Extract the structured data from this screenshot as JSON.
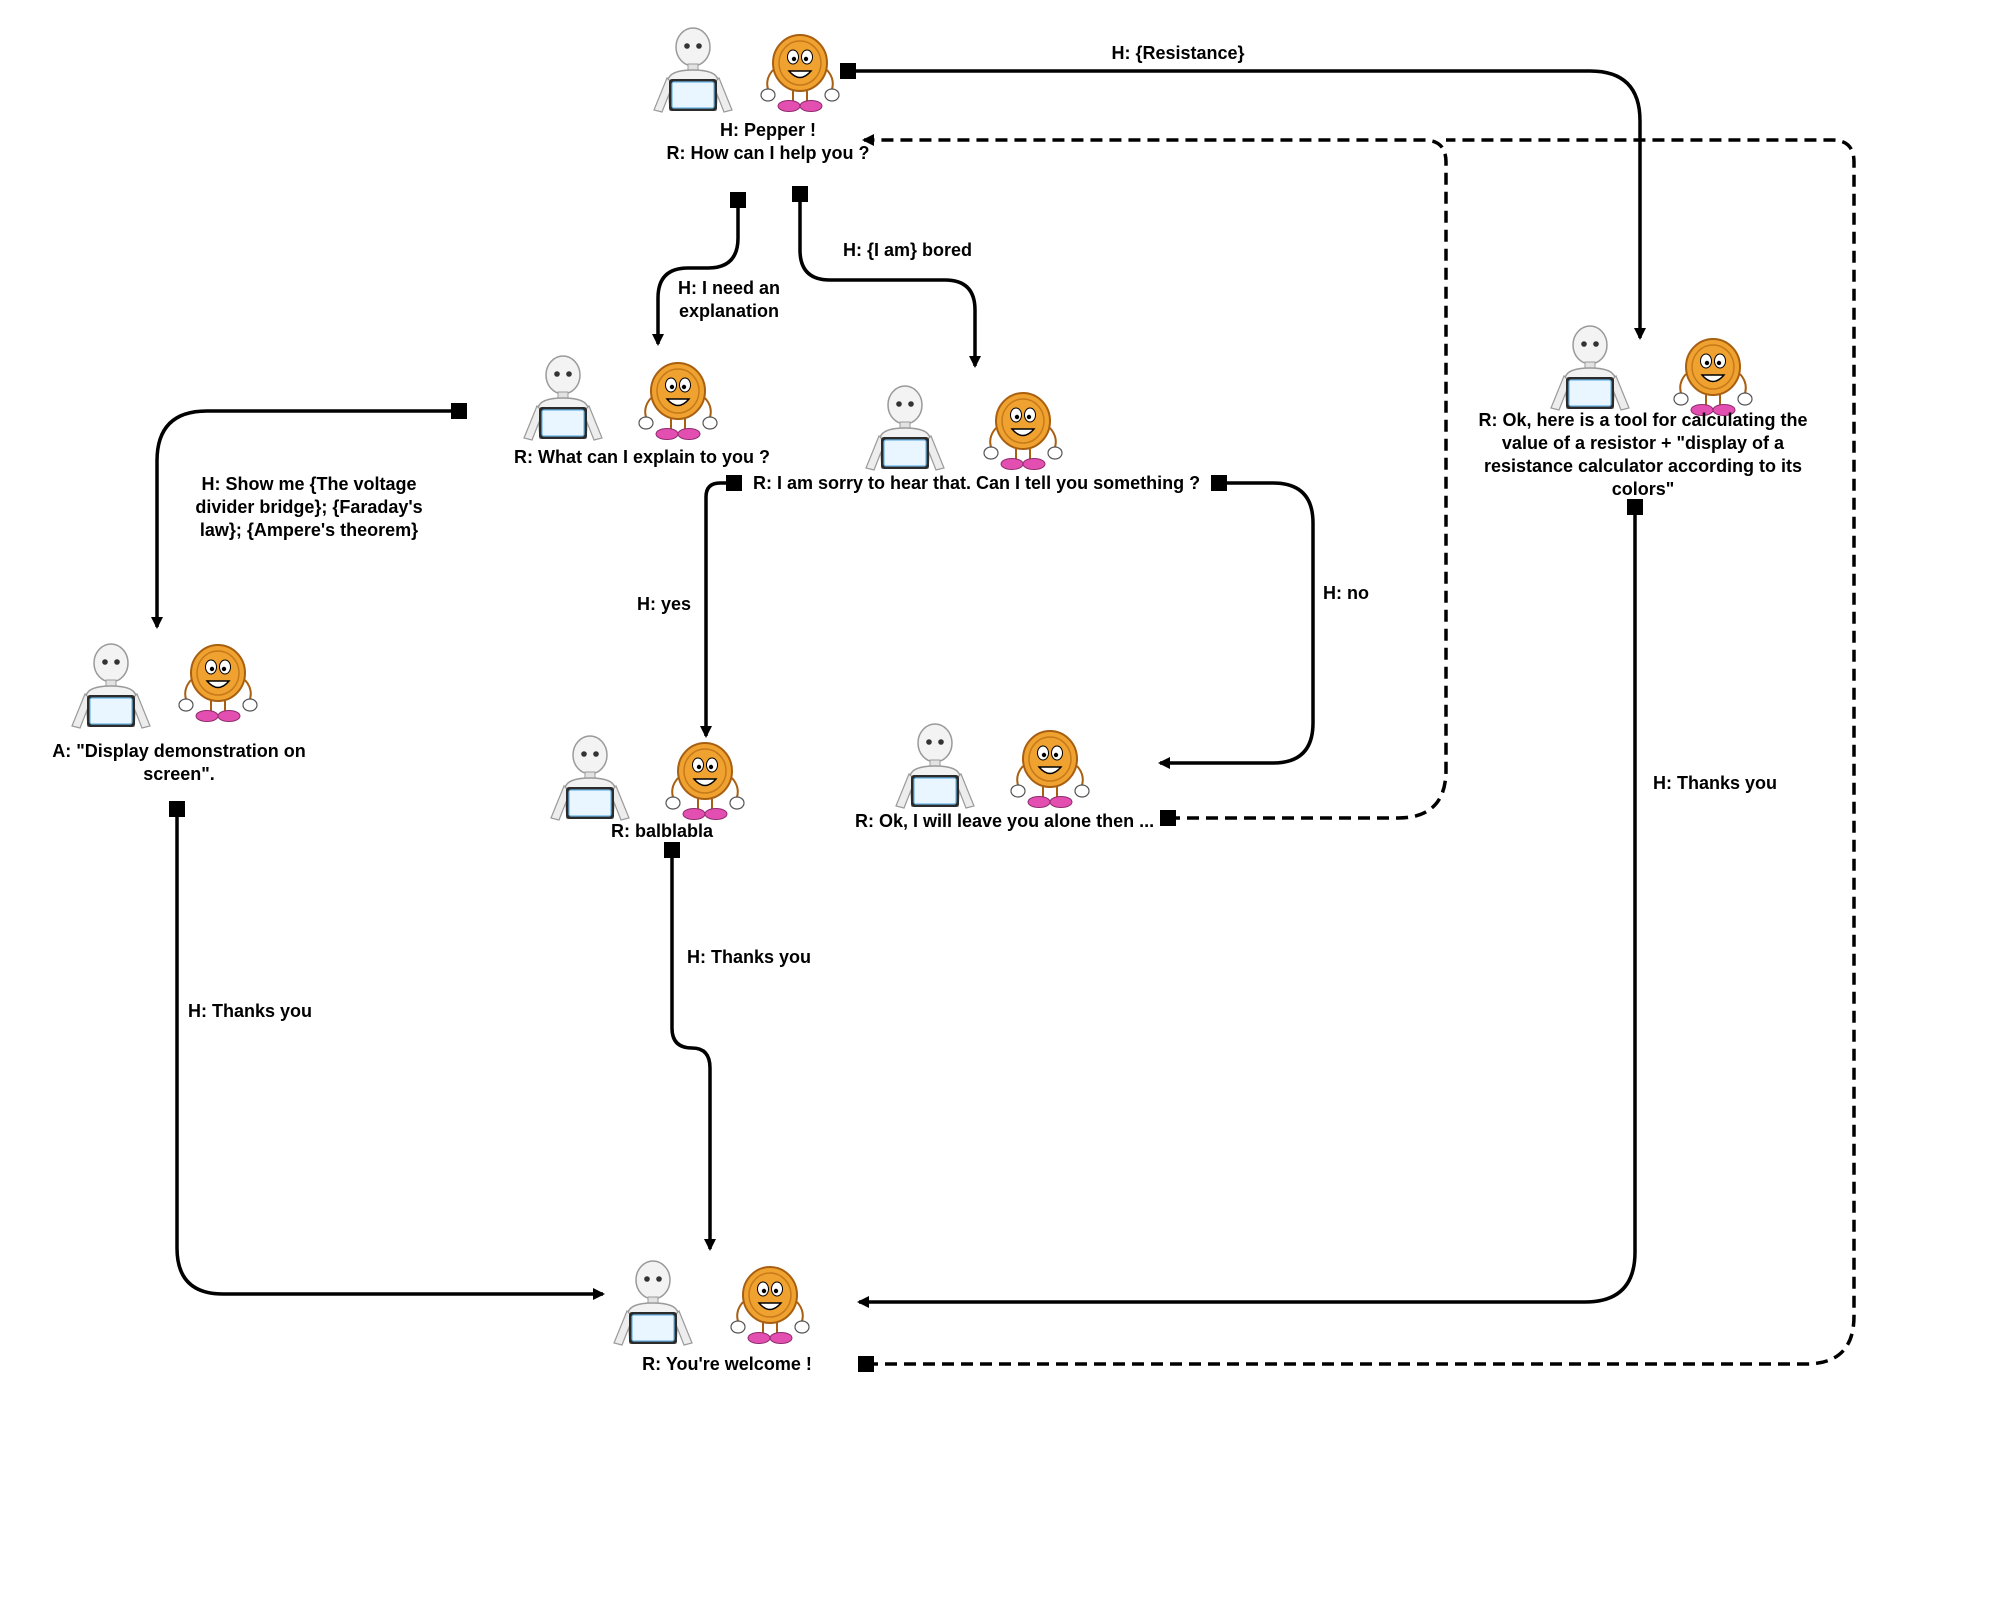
{
  "nodes": {
    "start": {
      "line1": "H: Pepper !",
      "line2": "R: How can I help you ?"
    },
    "explain": {
      "text": "R: What can I explain to you ?"
    },
    "bored": {
      "text": "R: I am sorry to hear that. Can I tell you something ?"
    },
    "display": {
      "line1": "A: \"Display demonstration on",
      "line2": "screen\"."
    },
    "blabla": {
      "text": "R: balblabla"
    },
    "alone": {
      "text": "R: Ok, I will leave you alone then ..."
    },
    "resistor": {
      "line1": "R: Ok, here is a tool for calculating the",
      "line2": "value of a resistor + \"display of a",
      "line3": "resistance calculator according to its",
      "line4": "colors\""
    },
    "welcome": {
      "text": "R: You're welcome !"
    }
  },
  "edges": {
    "resistance": "H: {Resistance}",
    "need_explanation": {
      "line1": "H: I need an",
      "line2": "explanation"
    },
    "bored": "H: {I am} bored",
    "show_me": {
      "line1": "H: Show me {The voltage",
      "line2": "divider bridge}; {Faraday's",
      "line3": "law}; {Ampere's theorem}"
    },
    "yes": "H: yes",
    "no": "H: no",
    "thanks_display": "H: Thanks you",
    "thanks_blabla": "H: Thanks you",
    "thanks_resistor": "H: Thanks you"
  },
  "colors": {
    "line": "#000000",
    "robot_body": "#f2f2f2",
    "robot_outline": "#9a9a9a",
    "tablet_screen": "#eaf6ff",
    "coin_fill": "#f0a230",
    "coin_outline": "#a95f10",
    "shoe": "#e34fb0"
  },
  "icons": {
    "robot": "pepper-robot-icon",
    "coin": "coin-mascot-icon",
    "connector": "square-connector-icon"
  }
}
